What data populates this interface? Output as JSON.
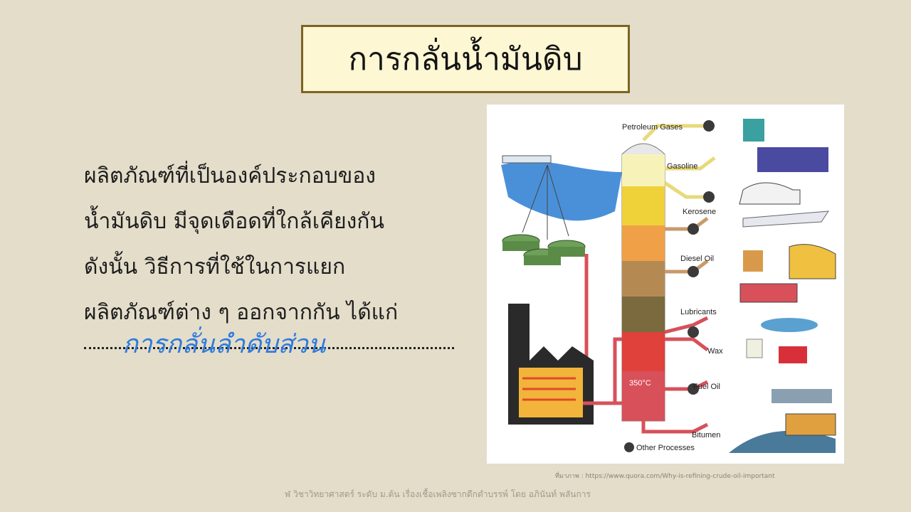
{
  "slide": {
    "title": "การกลั่นน้ำมันดิบ",
    "body_lines": [
      "ผลิตภัณฑ์ที่เป็นองค์ประกอบของ",
      "น้ำมันดิบ  มีจุดเดือดที่ใกล้เคียงกัน",
      "ดังนั้น  วิธีการที่ใช้ในการแยก",
      "ผลิตภัณฑ์ต่าง ๆ ออกจากกัน ได้แก่"
    ],
    "answer": "การกลั่นลำดับส่วน",
    "source": "ที่มาภาพ : https://www.quora.com/Why-is-refining-crude-oil-important",
    "footer": "ฬ วิชาวิทยาศาสตร์ ระดับ ม.ต้น เรื่องเชื้อเพลิงซากดึกดำบรรพ์ โดย อภินันท์ พลันการ"
  },
  "diagram": {
    "labels": {
      "petroleum_gases": "Petroleum Gases",
      "gasoline": "Gasoline",
      "kerosene": "Kerosene",
      "diesel": "Diesel Oil",
      "lubricants": "Lubricants",
      "wax": "Wax",
      "fuel_oil": "Fuel Oil",
      "bitumen": "Bitumen",
      "other": "Other Processes",
      "temp": "350°C"
    }
  }
}
